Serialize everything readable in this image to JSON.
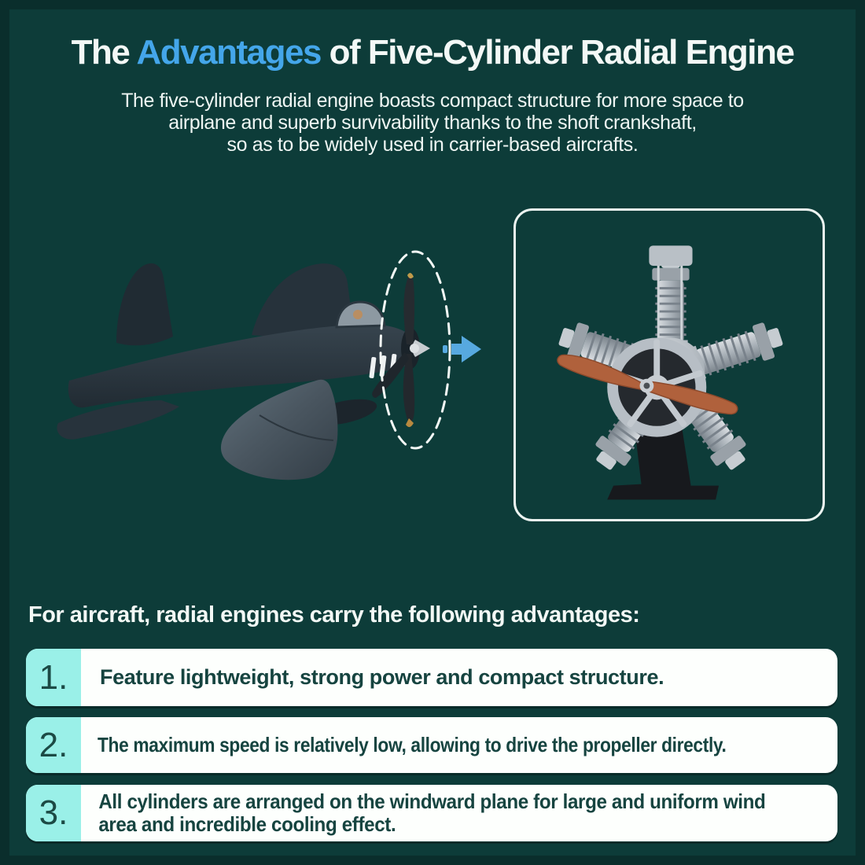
{
  "title": {
    "pre": "The ",
    "highlight": "Advantages",
    "post": " of Five-Cylinder Radial Engine"
  },
  "subtitle_lines": [
    "The five-cylinder radial engine boasts compact structure for more space to",
    "airplane and superb survivability thanks to the shoft crankshaft,",
    "so as to be widely used in carrier-based aircrafts."
  ],
  "section_heading": "For aircraft, radial engines carry the following advantages:",
  "advantages": [
    {
      "number": "1.",
      "text": "Feature lightweight, strong power and compact structure."
    },
    {
      "number": "2.",
      "text": "The maximum speed is relatively low, allowing to drive the propeller directly."
    },
    {
      "number": "3.",
      "text": "All cylinders are arranged on the windward plane for large and uniform wind area and incredible cooling effect."
    }
  ],
  "icons": {
    "arrow": "arrow-right-icon",
    "propeller_highlight": "dashed-ellipse"
  },
  "colors": {
    "background": "#0d3c39",
    "frame": "#0a2e2c",
    "accent_blue": "#44a6ea",
    "card_background": "#fdfffd",
    "number_tab": "#9af0e8",
    "text_teal": "#164440",
    "propeller_orange": "#b0613c"
  }
}
